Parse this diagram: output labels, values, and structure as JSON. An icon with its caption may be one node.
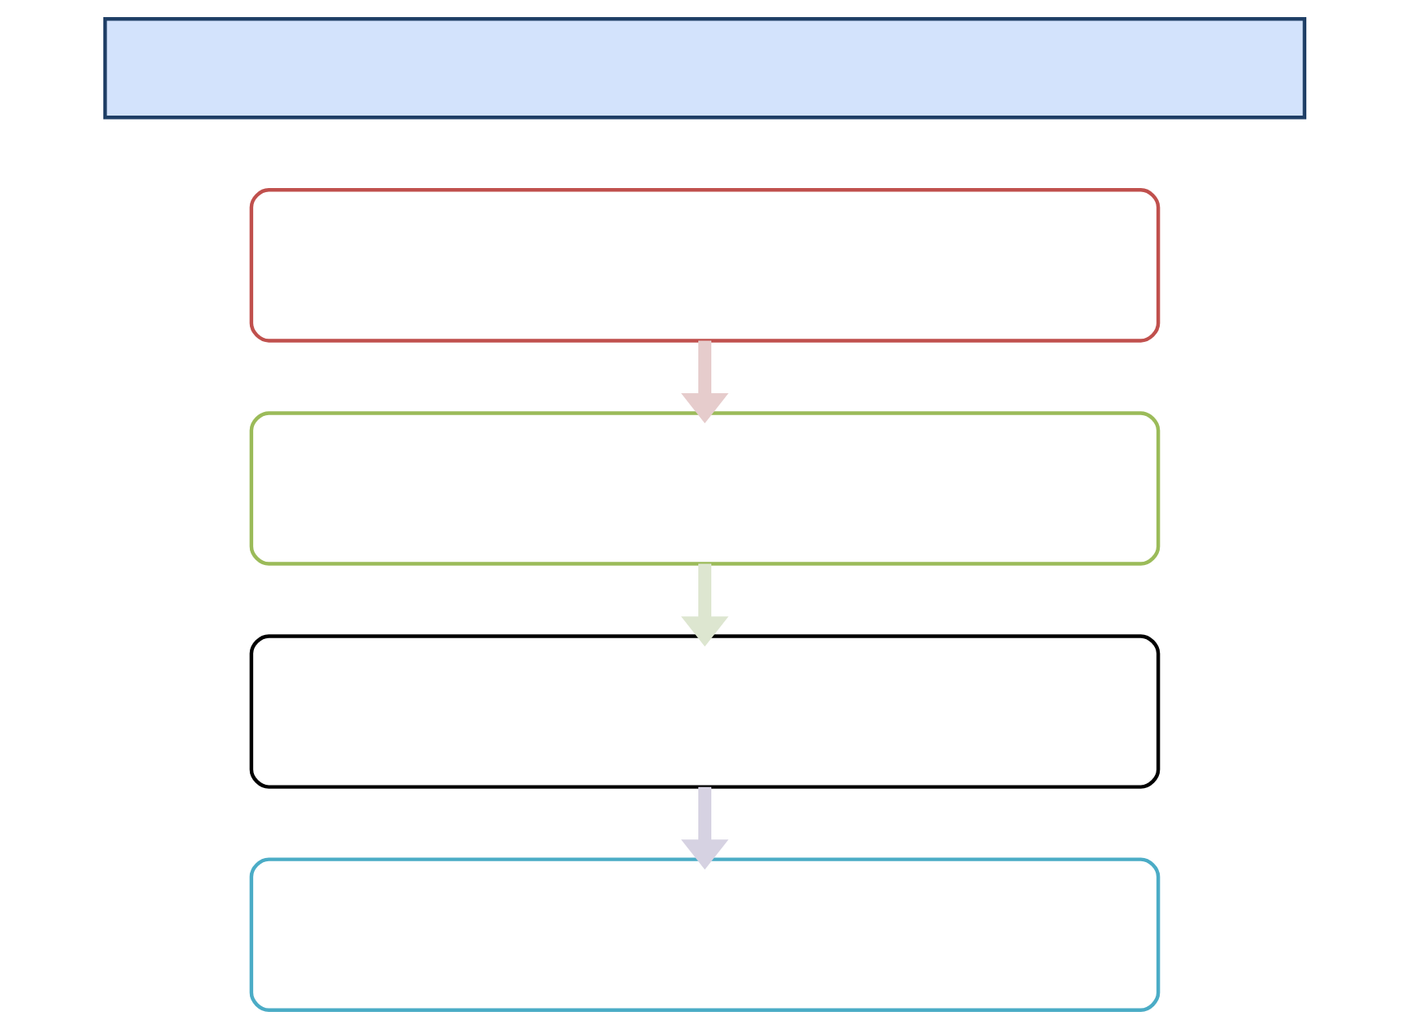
{
  "diagram": {
    "nodes": [
      {
        "text": [],
        "shape": "bar"
      },
      {
        "text": [],
        "shape": "box"
      },
      {
        "text": [],
        "shape": "box"
      },
      {
        "text": [],
        "shape": "box"
      },
      {
        "text": [],
        "shape": "box"
      }
    ],
    "edges": [
      {
        "from": 1,
        "to": 2,
        "arrow": "to",
        "color": "#e6cccc"
      },
      {
        "from": 2,
        "to": 3,
        "arrow": "to",
        "color": "#dde6d0"
      },
      {
        "from": 3,
        "to": 4,
        "arrow": "to",
        "color": "#d6d2e2"
      }
    ]
  }
}
